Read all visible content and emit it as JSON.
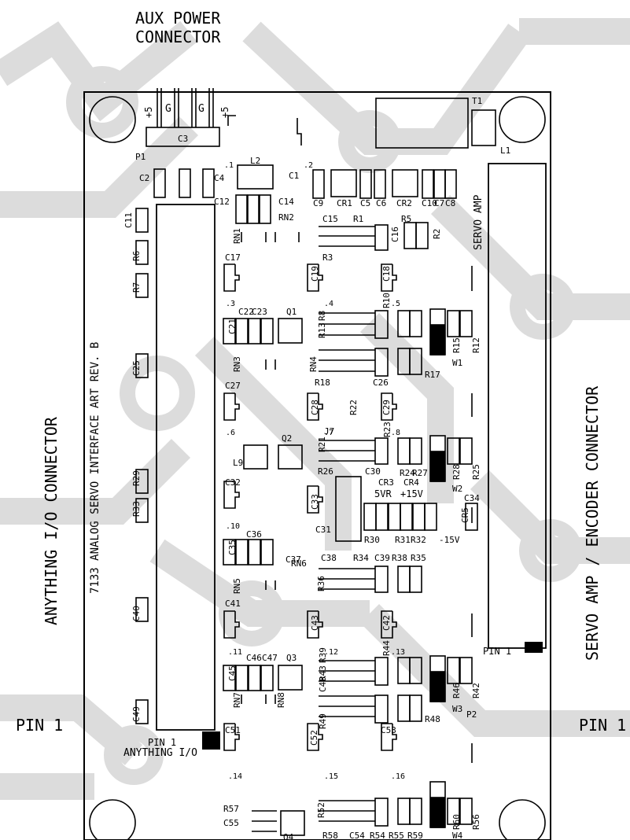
{
  "aux_power": {
    "line1": "AUX POWER",
    "line2": "CONNECTOR",
    "pins": [
      "+5",
      "G",
      "G",
      "+5"
    ],
    "ref": "C3",
    "header": "P1"
  },
  "board_labels": {
    "revision": "7133 ANALOG SERVO INTERFACE   ART REV. B",
    "anything_io": "ANYTHING I/O",
    "pin1_inner": "PIN 1",
    "pin1_p2": "PIN 1",
    "servo_amp": "SERVO AMP",
    "p2": "P2",
    "vr_labels": [
      "5VR",
      "+15V",
      "-15V"
    ]
  },
  "side_labels": {
    "left_connector": "ANYTHING I/O CONNECTOR",
    "right_connector": "SERVO AMP / ENCODER CONNECTOR",
    "left_pin1": "PIN 1",
    "right_pin1": "PIN 1"
  },
  "components": [
    "C1",
    "C2",
    "C4",
    "C5",
    "C6",
    "C7",
    "C8",
    "C9",
    "C10",
    "C11",
    "C12",
    "C14",
    "C15",
    "C16",
    "C17",
    "C18",
    "C19",
    "C21",
    "C22",
    "C23",
    "C25",
    "C26",
    "C27",
    "C28",
    "C29",
    "C30",
    "C31",
    "C32",
    "C33",
    "C34",
    "C35",
    "C36",
    "C37",
    "C38",
    "C39",
    "C40",
    "C41",
    "C42",
    "C43",
    "C45",
    "C46",
    "C47",
    "C48",
    "C49",
    "C51",
    "C52",
    "C53",
    "C54",
    "C55",
    "R1",
    "R2",
    "R3",
    "R5",
    "R6",
    "R7",
    "R8",
    "R10",
    "R12",
    "R13",
    "R15",
    "R17",
    "R18",
    "R21",
    "R22",
    "R23",
    "R24",
    "R25",
    "R26",
    "R27",
    "R28",
    "R29",
    "R30",
    "R31",
    "R32",
    "R33",
    "R34",
    "R35",
    "R36",
    "R38",
    "R39",
    "R42",
    "R43",
    "R44",
    "R46",
    "R48",
    "R49",
    "R52",
    "R54",
    "R55",
    "R56",
    "R57",
    "R58",
    "R59",
    "R60",
    "RN1",
    "RN2",
    "RN3",
    "RN4",
    "RN5",
    "RN6",
    "RN7",
    "RN8",
    "CR1",
    "CR2",
    "CR3",
    "CR4",
    "CR5",
    "Q1",
    "Q2",
    "Q3",
    "Q4",
    "L1",
    "L2",
    "L9",
    "T1",
    "J7",
    "W1",
    "W2",
    "W3",
    "W4"
  ],
  "testpoints": [
    ".1",
    ".2",
    ".3",
    ".4",
    ".5",
    ".6",
    ".7",
    ".8",
    ".10",
    ".11",
    ".12",
    ".13",
    ".14",
    ".15",
    ".16"
  ]
}
